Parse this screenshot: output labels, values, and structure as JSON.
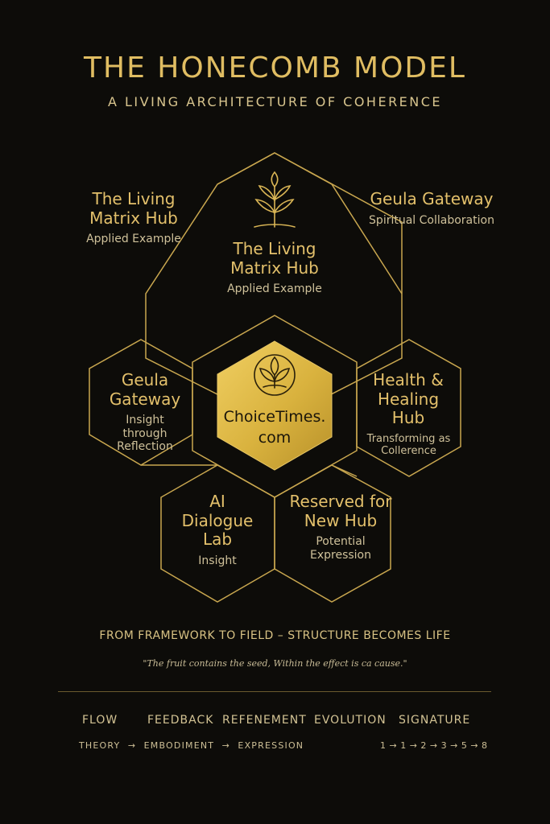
{
  "header": {
    "title": "THE HONECOMB MODEL",
    "subtitle": "A LIVING ARCHITECTURE OF COHERENCE"
  },
  "hexes": {
    "top": {
      "name": "The Living Matrix Hub",
      "desc": "Applied Example",
      "icon": "plant-sprout-icon"
    },
    "center": {
      "name": "ChoiceTimes.\ncom",
      "icon": "lotus-circle-icon"
    },
    "left": {
      "name": "Geula Gateway",
      "desc": "Insight through Reflection"
    },
    "right": {
      "name": "Health & Healing Hub",
      "desc": "Transforming as Collerence"
    },
    "bottom_left": {
      "name": "AI Dialogue Lab",
      "desc": "Insight"
    },
    "bottom_right": {
      "name": "Reserved for New Hub",
      "desc": "Potential Expression"
    }
  },
  "side_labels": {
    "left": {
      "name": "The Living Matrix Hub",
      "desc": "Applied Example"
    },
    "right": {
      "name": "Geula Gateway",
      "desc": "Spiritual Collaboration"
    }
  },
  "footer": {
    "tagline": "FROM FRAMEWORK TO FIELD – STRUCTURE BECOMES LIFE",
    "quote": "\"The fruit contains the seed, Within the effect is ca cause.\"",
    "stages": [
      "FLOW",
      "FEEDBACK",
      "REFENEMENT",
      "EVOLUTION",
      "SIGNATURE"
    ],
    "flow": "THEORY  →  EMBODIMENT  →  EXPRESSION",
    "sequence": "1 → 1 → 2 → 3 → 5 → 8"
  },
  "colors": {
    "background": "#0d0c09",
    "gold_line": "#c9a74f",
    "gold_fill": "#dcb545",
    "text_gold": "#e3c06b"
  }
}
